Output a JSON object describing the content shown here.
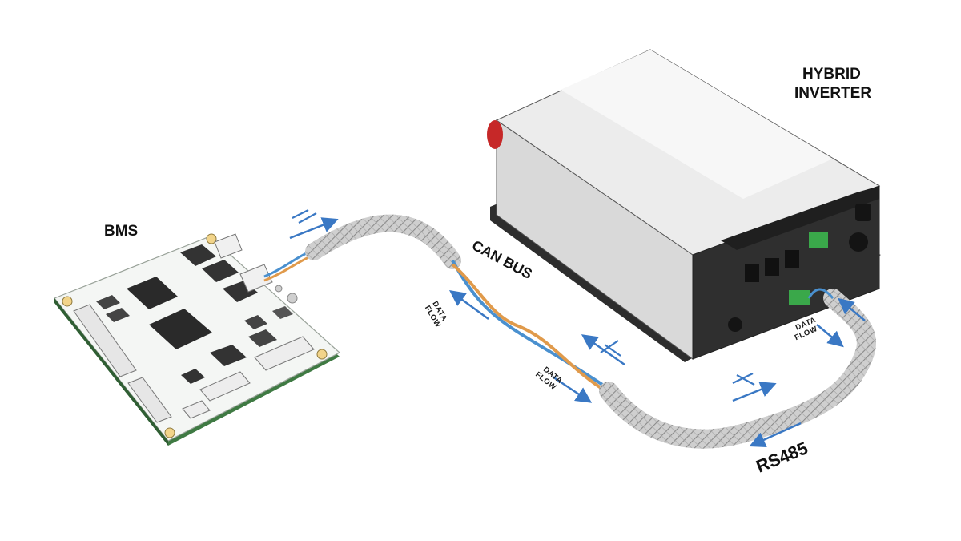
{
  "labels": {
    "bms": "BMS",
    "inverter_line1": "HYBRID",
    "inverter_line2": "INVERTER",
    "can_bus": "CAN BUS",
    "rs485": "RS485",
    "data_flow_line1": "DATA",
    "data_flow_line2": "FLOW"
  },
  "colors": {
    "wire_blue": "#4a90cf",
    "wire_orange": "#e09a4b",
    "arrow_blue": "#3a78c4",
    "pcb": "#f4f6f4",
    "pcb_edge": "#4a7a4a",
    "chip": "#2a2a2a",
    "inverter_body": "#e8e8e8",
    "inverter_dark": "#2d2d2d",
    "terminal_green": "#3aa84a",
    "plug_red": "#c62828"
  },
  "icons": [
    "data-flow-arrow-icon",
    "exchange-icon"
  ]
}
